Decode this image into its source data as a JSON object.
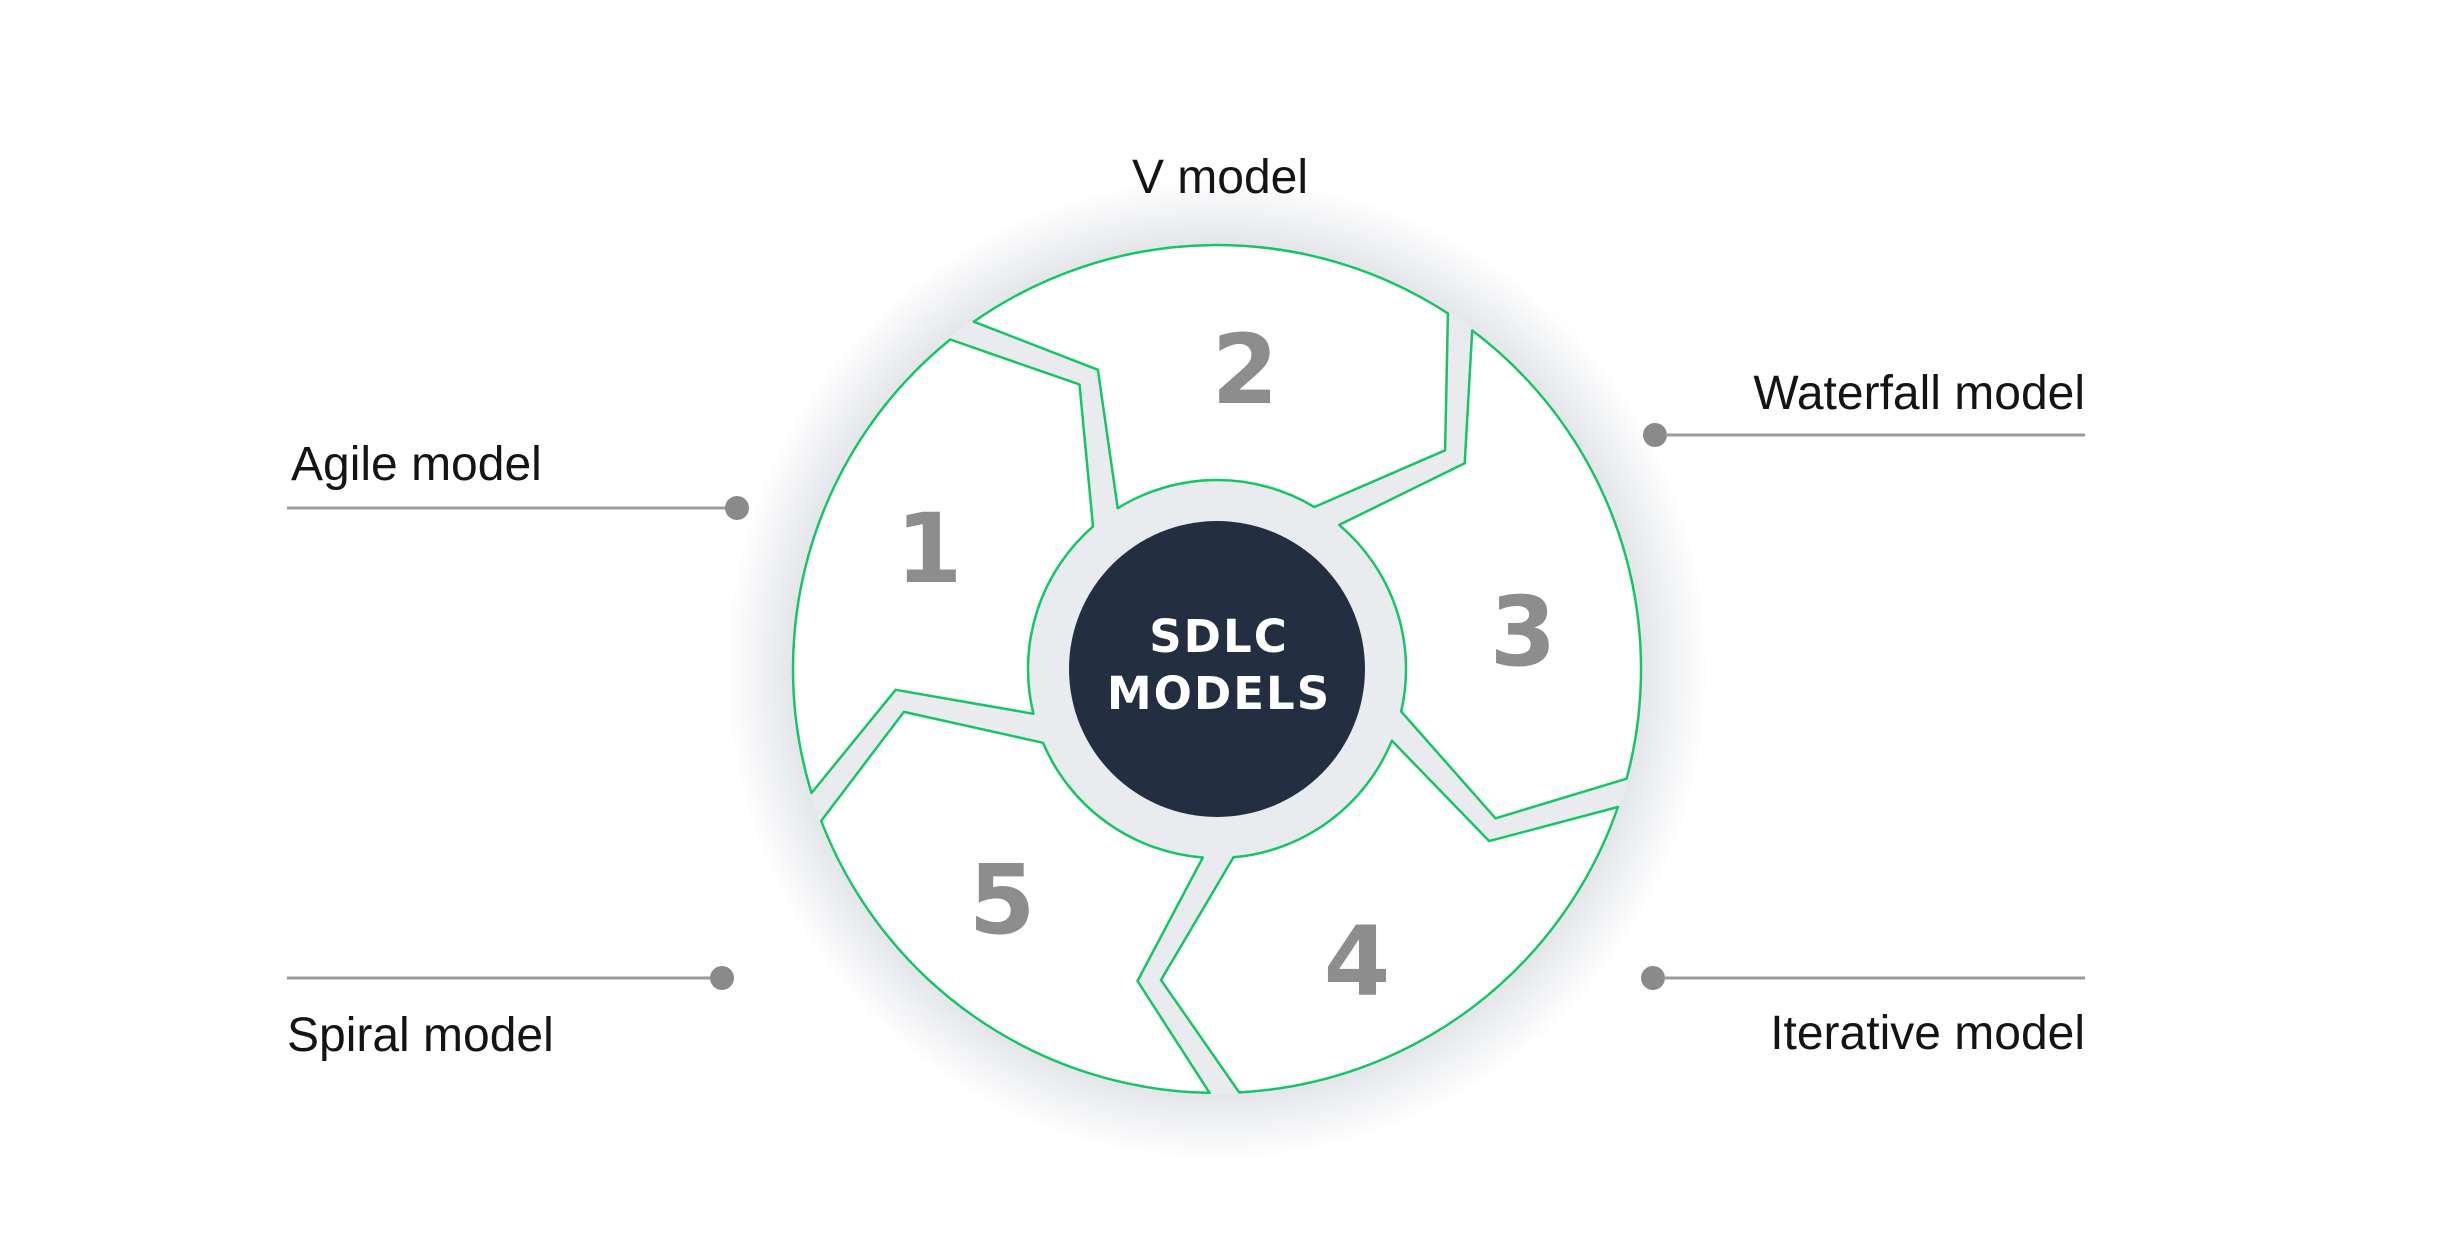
{
  "labels": {
    "top": "V model",
    "left": "Agile model",
    "right_top": "Waterfall model",
    "left_bottom": "Spiral model",
    "right_bottom": "Iterative model"
  },
  "wheel": {
    "numbers": [
      "1",
      "2",
      "3",
      "4",
      "5"
    ]
  },
  "center": {
    "line1": "SDLC",
    "line2": "MODELS"
  },
  "colors": {
    "green": "#16c564",
    "navy": "#232f40",
    "channel": "#e9ebee",
    "halo": "#e3e5e9",
    "number": "#8d8d8d",
    "line": "#9b9b9b",
    "dot": "#8a8a8a",
    "label": "#141414"
  }
}
